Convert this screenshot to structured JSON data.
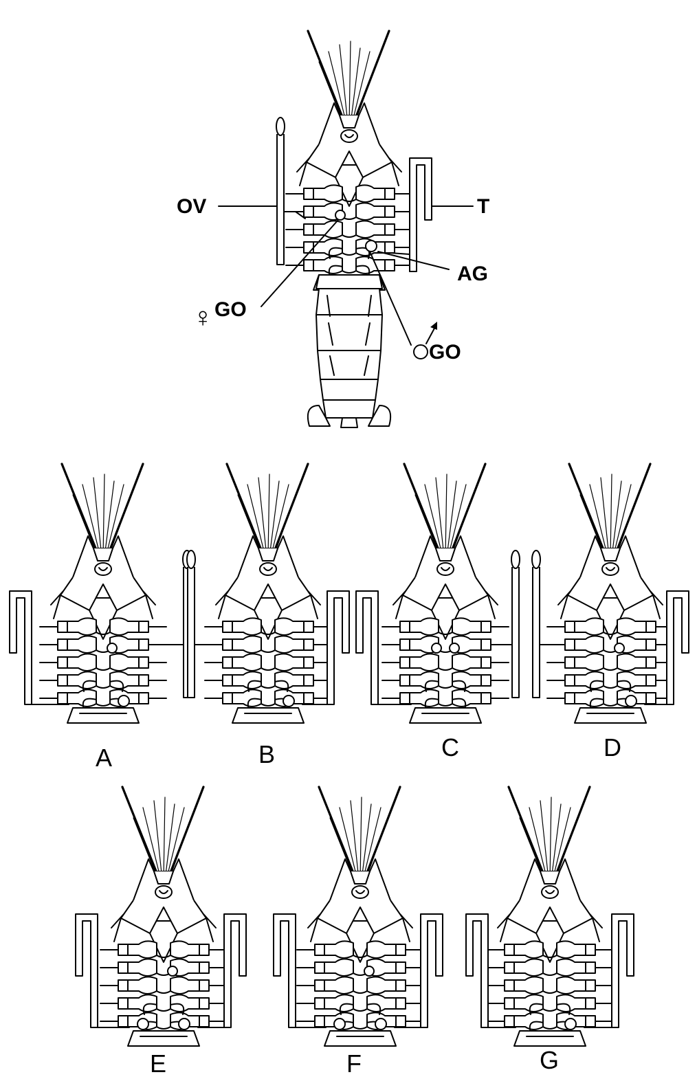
{
  "figure": {
    "main": {
      "labels": {
        "ov": "OV",
        "t": "T",
        "ag": "AG",
        "female_go": "GO",
        "female_symbol": "♀",
        "male_go": "GO",
        "male_symbol": "♂"
      }
    },
    "panels": [
      {
        "id": "A",
        "label": "A",
        "left_organ": "testis",
        "right_organ": "ovary",
        "female_gonopores": 1,
        "male_gonopores": 1
      },
      {
        "id": "B",
        "label": "B",
        "left_organ": "ovary",
        "right_organ": "testis",
        "female_gonopores": 0,
        "male_gonopores": 1
      },
      {
        "id": "C",
        "label": "C",
        "left_organ": "testis",
        "right_organ": "ovary",
        "female_gonopores": 2,
        "male_gonopores": 0
      },
      {
        "id": "D",
        "label": "D",
        "left_organ": "ovary",
        "right_organ": "testis",
        "female_gonopores": 1,
        "male_gonopores": 1
      },
      {
        "id": "E",
        "label": "E",
        "left_organ": "testis",
        "right_organ": "testis",
        "female_gonopores": 1,
        "male_gonopores": 2
      },
      {
        "id": "F",
        "label": "F",
        "left_organ": "testis",
        "right_organ": "testis",
        "female_gonopores": 1,
        "male_gonopores": 2
      },
      {
        "id": "G",
        "label": "G",
        "left_organ": "testis",
        "right_organ": "testis",
        "female_gonopores": 0,
        "male_gonopores": 1
      }
    ]
  },
  "colors": {
    "line": "#000000",
    "background": "#ffffff"
  }
}
